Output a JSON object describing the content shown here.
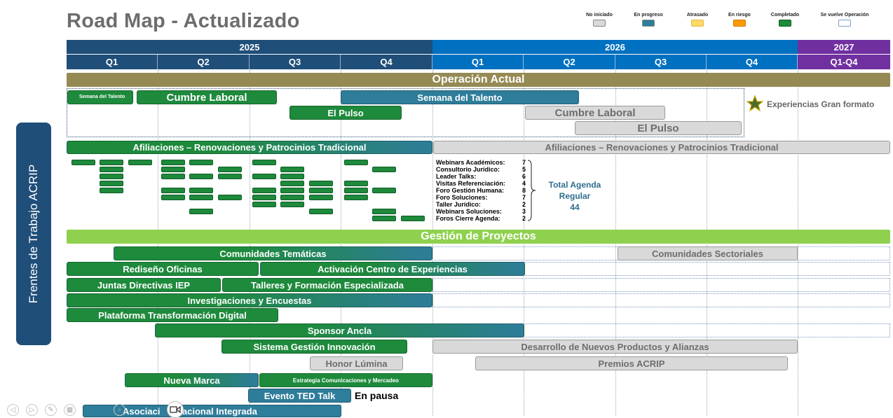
{
  "title": "Road Map - Actualizado",
  "legend": [
    {
      "label": "No iniciado",
      "color": "#d9d9d9"
    },
    {
      "label": "En progreso",
      "color": "#2e7d9a"
    },
    {
      "label": "Atrasado",
      "color": "#ffd966"
    },
    {
      "label": "En riesgo",
      "color": "#ff9900"
    },
    {
      "label": "Completado",
      "color": "#1e8a3c"
    },
    {
      "label": "Se vuelve Operación",
      "color": "#ffffff"
    }
  ],
  "years": [
    "2025",
    "2026",
    "2027"
  ],
  "quarters": [
    "Q1",
    "Q2",
    "Q3",
    "Q4",
    "Q1",
    "Q2",
    "Q3",
    "Q4",
    "Q1-Q4"
  ],
  "sidebar_label": "Frentes de Trabajo ACRIP",
  "sections": {
    "operacion": "Operación Actual",
    "proyectos": "Gestión de Proyectos"
  },
  "operacion_bars": {
    "semana_small": "Semana del Talento",
    "cumbre_2025": "Cumbre Laboral",
    "semana_talento": "Semana del Talento",
    "el_pulso_2025": "El Pulso",
    "cumbre_2026": "Cumbre Laboral",
    "el_pulso_2026": "El Pulso",
    "experiencias": "Experiencias Gran formato",
    "afiliaciones_2025": "Afiliaciones – Renovaciones y Patrocinios Tradicional",
    "afiliaciones_2026": "Afiliaciones – Renovaciones y Patrocinios Tradicional"
  },
  "agenda": [
    {
      "label": "Webinars Académicos:",
      "value": "7"
    },
    {
      "label": "Consultorio Jurídico:",
      "value": "5"
    },
    {
      "label": "Leader Talks:",
      "value": "6"
    },
    {
      "label": "Visitas Referenciación:",
      "value": "4"
    },
    {
      "label": "Foro Gestión Humana:",
      "value": "8"
    },
    {
      "label": "Foro Soluciones:",
      "value": "7"
    },
    {
      "label": "Taller Jurídico:",
      "value": "2"
    },
    {
      "label": "Webinars Soluciones:",
      "value": "3"
    },
    {
      "label": "Foros Cierre Agenda:",
      "value": "2"
    }
  ],
  "agenda_total": {
    "line1": "Total Agenda",
    "line2": "Regular",
    "line3": "44"
  },
  "proyectos_bars": {
    "comunidades_tematicas": "Comunidades Temáticas",
    "comunidades_sectoriales": "Comunidades Sectoriales",
    "rediseno": "Rediseño Oficinas",
    "activacion": "Activación Centro de Experiencias",
    "juntas": "Juntas Directivas IEP",
    "talleres": "Talleres y Formación Especializada",
    "investigaciones": "Investigaciones y Encuestas",
    "plataforma": "Plataforma Transformación Digital",
    "sponsor": "Sponsor Ancla",
    "sistema": "Sistema Gestión Innovación",
    "desarrollo": "Desarrollo de Nuevos Productos y Alianzas",
    "honor": "Honor Lúmina",
    "premios": "Premios ACRIP",
    "nueva_marca": "Nueva Marca",
    "estrategia": "Estrategia Comunicaciones y Mercadeo",
    "ted": "Evento TED Talk",
    "en_pausa": "En pausa",
    "asociacion_a": "Asociaci",
    "asociacion_b": "Nacional Integrada"
  }
}
